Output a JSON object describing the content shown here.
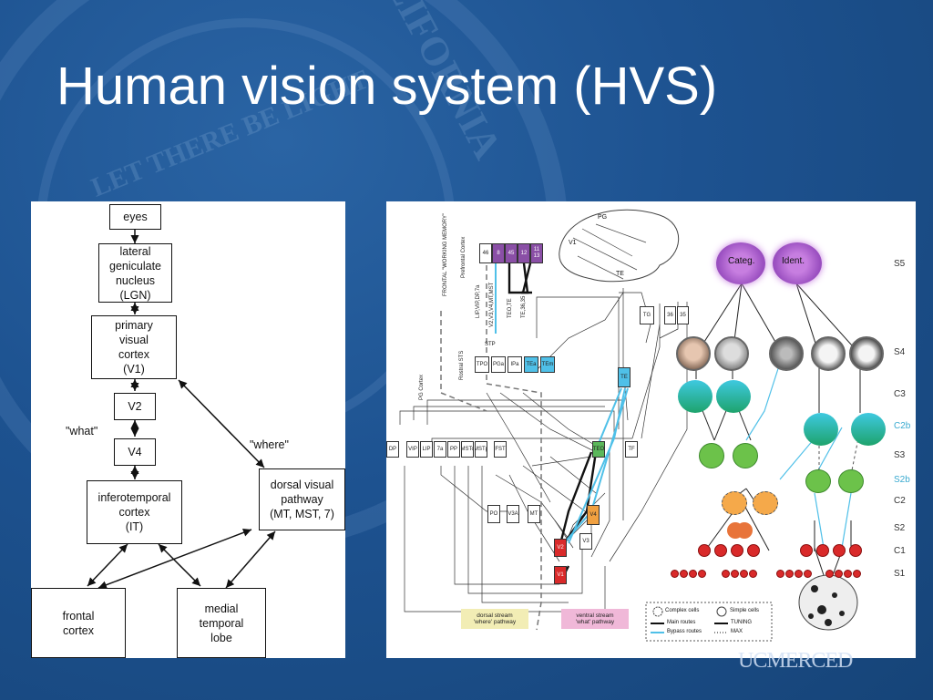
{
  "slide": {
    "title": "Human vision system (HVS)",
    "seal_text": [
      "CALIFORNIA",
      "LET THERE BE LIGHT"
    ],
    "logo": "UCMERCED",
    "background_color": "#1d5290",
    "title_color": "#ffffff"
  },
  "left_diagram": {
    "boxes": {
      "eyes": "eyes",
      "lgn": "lateral\ngeniculate\nnucleus\n(LGN)",
      "v1": "primary\nvisual\ncortex\n(V1)",
      "v2": "V2",
      "v4": "V4",
      "it": "inferotemporal\ncortex\n(IT)",
      "dorsal": "dorsal visual\npathway\n(MT, MST, 7)",
      "frontal": "frontal\ncortex",
      "medial": "medial\ntemporal\nlobe"
    },
    "labels": {
      "what": "\"what\"",
      "where": "\"where\""
    }
  },
  "right_diagram": {
    "prefrontal": [
      "46",
      "8",
      "45",
      "12",
      "11\n13"
    ],
    "prefrontal_label": "Prefrontal\nCortex",
    "frontal_label": "FRONTAL\n\"WORKING MEMORY\"",
    "stp": "STP",
    "rostral_sts": "Rostral STS",
    "sts_boxes": [
      "TPO",
      "PGa",
      "IPa",
      "TEa",
      "TEm"
    ],
    "pg_cortex": "PG Cortex",
    "te_boxes": [
      "TG",
      "36",
      "35"
    ],
    "te_small": "TE",
    "row_boxes": [
      "DP",
      "VIP",
      "LIP",
      "7a",
      "PP",
      "MSTc",
      "MSTp",
      "FST",
      "TEO",
      "TF"
    ],
    "low_boxes": [
      "PO",
      "V3A",
      "MT",
      "V4",
      "V3",
      "V2",
      "V1"
    ],
    "vertical_labels": [
      "LIP,VIP,DP,7a",
      "V2,V3,V4,MT,MST",
      "TEO,TE",
      "TE,36,35"
    ],
    "brain_labels": [
      "PG",
      "V1",
      "TE"
    ],
    "stream_dorsal": "dorsal stream\n'where' pathway",
    "stream_ventral": "ventral stream\n'what' pathway",
    "legend": [
      "Complex cells",
      "Simple cells",
      "Main routes",
      "TUNING",
      "Bypass routes",
      "MAX"
    ],
    "hier_top": [
      "Categ.",
      "Ident."
    ],
    "levels": [
      "S5",
      "S4",
      "C3",
      "C2b",
      "S3",
      "S2b",
      "C2",
      "S2",
      "C1",
      "S1"
    ]
  }
}
